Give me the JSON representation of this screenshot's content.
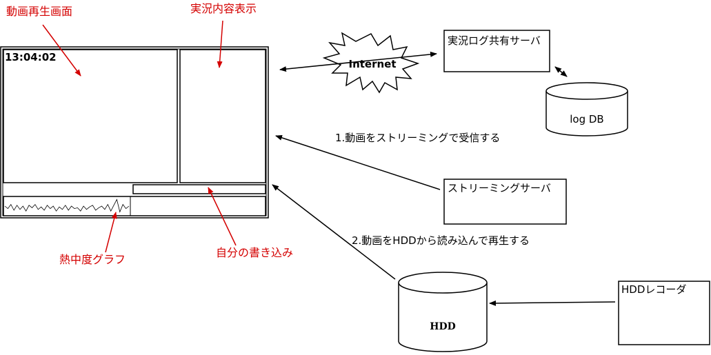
{
  "labels": {
    "video_playback": "動画再生画面",
    "live_content": "実況内容表示",
    "heat_graph": "熱中度グラフ",
    "my_post": "自分の書き込み",
    "clock": "13:04:02"
  },
  "nodes": {
    "internet": "Internet",
    "log_share_server": "実況ログ共有サーバ",
    "log_db": "log DB",
    "streaming_server": "ストリーミングサーバ",
    "hdd": "HDD",
    "hdd_recorder": "HDDレコーダ"
  },
  "edges": {
    "streaming": "1.動画をストリーミングで受信する",
    "hdd_play": "2.動画をHDDから読み込んで再生する"
  },
  "colors": {
    "annotation": "#d40000",
    "line": "#000000"
  },
  "graph_series": [
    0.5,
    0.35,
    0.6,
    0.25,
    0.55,
    0.3,
    0.5,
    0.2,
    0.55,
    0.4,
    0.6,
    0.3,
    0.45,
    0.25,
    0.55,
    0.35,
    0.5,
    0.2,
    0.45,
    0.3,
    0.55,
    0.25,
    0.5,
    0.35,
    0.4,
    0.2,
    0.5,
    0.3,
    0.45,
    0.55,
    0.25,
    0.4,
    0.5,
    0.3,
    0.6,
    0.2,
    0.55,
    0.9,
    0.15,
    0.6,
    0.35,
    0.5
  ]
}
